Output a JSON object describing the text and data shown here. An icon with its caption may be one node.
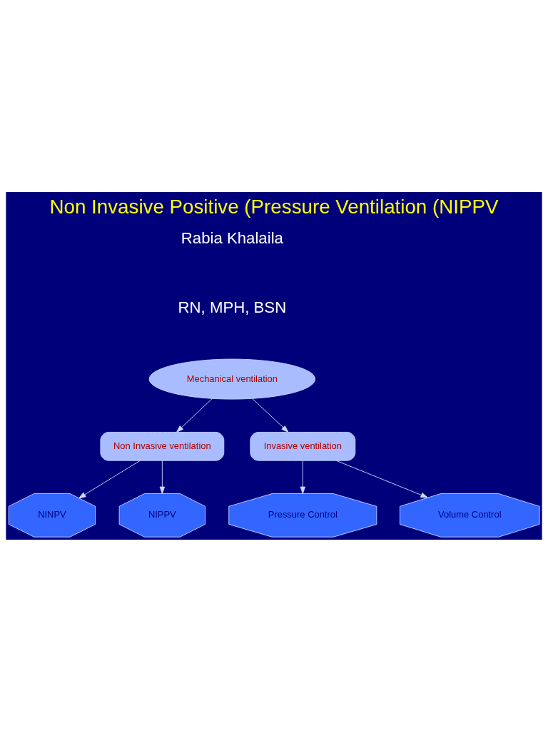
{
  "diagram": {
    "title": "Non Invasive Positive (Pressure Ventilation (NIPPV",
    "nodes": [
      {
        "text": [
          "Mechanical ventilation"
        ]
      },
      {
        "text": [
          "Non Invasive ventilation"
        ]
      },
      {
        "text": [
          "Invasive ventilation"
        ]
      },
      {
        "text": [
          "NINPV"
        ]
      },
      {
        "text": [
          "NIPPV"
        ]
      },
      {
        "text": [
          "Pressure Control"
        ]
      },
      {
        "text": [
          "Volume Control"
        ]
      }
    ],
    "edges": [
      {
        "from": 0,
        "to": 1,
        "arrow": "to"
      },
      {
        "from": 0,
        "to": 2,
        "arrow": "to"
      },
      {
        "from": 1,
        "to": 3,
        "arrow": "to"
      },
      {
        "from": 1,
        "to": 4,
        "arrow": "to"
      },
      {
        "from": 2,
        "to": 5,
        "arrow": "to"
      },
      {
        "from": 2,
        "to": 6,
        "arrow": "to"
      }
    ],
    "labels": [
      "Rabia Khalaila",
      "RN, MPH, BSN"
    ]
  }
}
